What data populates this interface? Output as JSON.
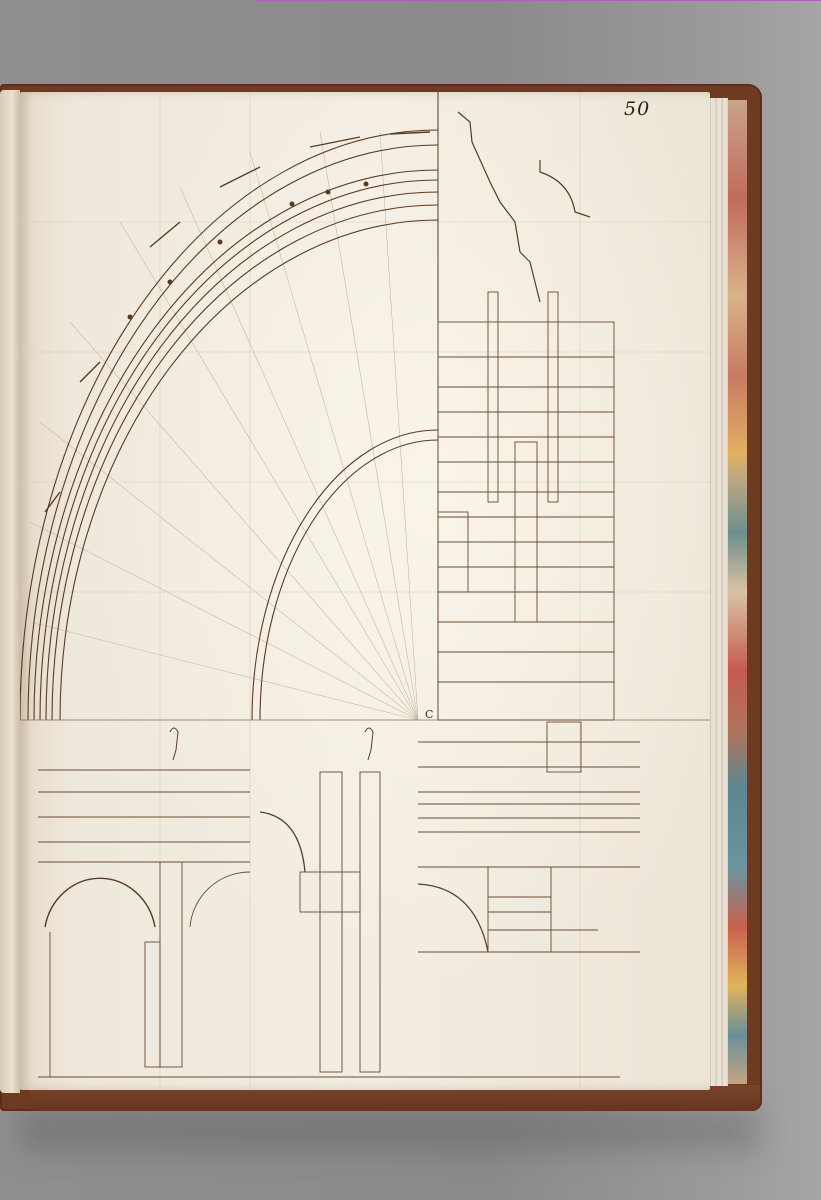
{
  "scene": {
    "subject": "Open sketchbook with architectural drawings",
    "background_color": "#8c8c8c",
    "binding_color": "#6e3b22",
    "paper_color": "#efe8dc",
    "ink_color": "#5a3a22",
    "marbled_edge_colors": [
      "#c26b5c",
      "#e2b062",
      "#6f8f8c",
      "#5c8791"
    ]
  },
  "page": {
    "number": "50",
    "annotation_letter": "C"
  },
  "drawings": [
    {
      "name": "quarter-plan-of-arena",
      "position": "upper-left"
    },
    {
      "name": "cornice-profile",
      "position": "upper-right"
    },
    {
      "name": "elevation-with-pilasters",
      "position": "right-middle"
    },
    {
      "name": "arcade-elevation",
      "position": "lower-left"
    },
    {
      "name": "arcade-section",
      "position": "lower-center"
    },
    {
      "name": "masonry-section",
      "position": "lower-right"
    }
  ]
}
